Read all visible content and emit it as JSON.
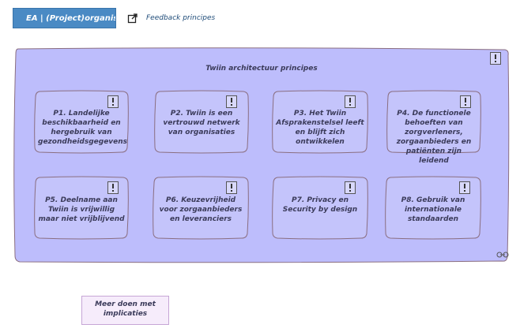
{
  "header": {
    "tab_label": "EA | (Project)organisatie",
    "feedback_label": "Feedback principes"
  },
  "group": {
    "title": "Twiin architectuur principes"
  },
  "principles": [
    {
      "label": "P1. Landelijke beschikbaarheid en hergebruik van gezondheidsgegevens"
    },
    {
      "label": "P2. Twiin is een vertrouwd netwerk van organisaties"
    },
    {
      "label": "P3. Het Twiin Afsprakenstelsel leeft en blijft zich ontwikkelen"
    },
    {
      "label": "P4. De functionele behoeften van zorgverleners, zorgaanbieders en patiënten zijn leidend"
    },
    {
      "label": "P5. Deelname  aan Twiin is vrijwillig maar niet vrijblijvend"
    },
    {
      "label": "P6. Keuzevrijheid voor zorgaanbieders en leveranciers"
    },
    {
      "label": "P7. Privacy en Security by design"
    },
    {
      "label": "P8. Gebruik van internationale standaarden"
    }
  ],
  "note": {
    "label": "Meer doen met implicaties"
  },
  "icons": {
    "warning": "warning-icon",
    "external": "external-link-icon",
    "link": "link-icon"
  },
  "colors": {
    "tab": "#4a8ac4",
    "group_fill": "#bdbdfc",
    "card_fill": "#c4c4fb",
    "border": "#8a6e80",
    "note_fill": "#f6ecfb"
  }
}
